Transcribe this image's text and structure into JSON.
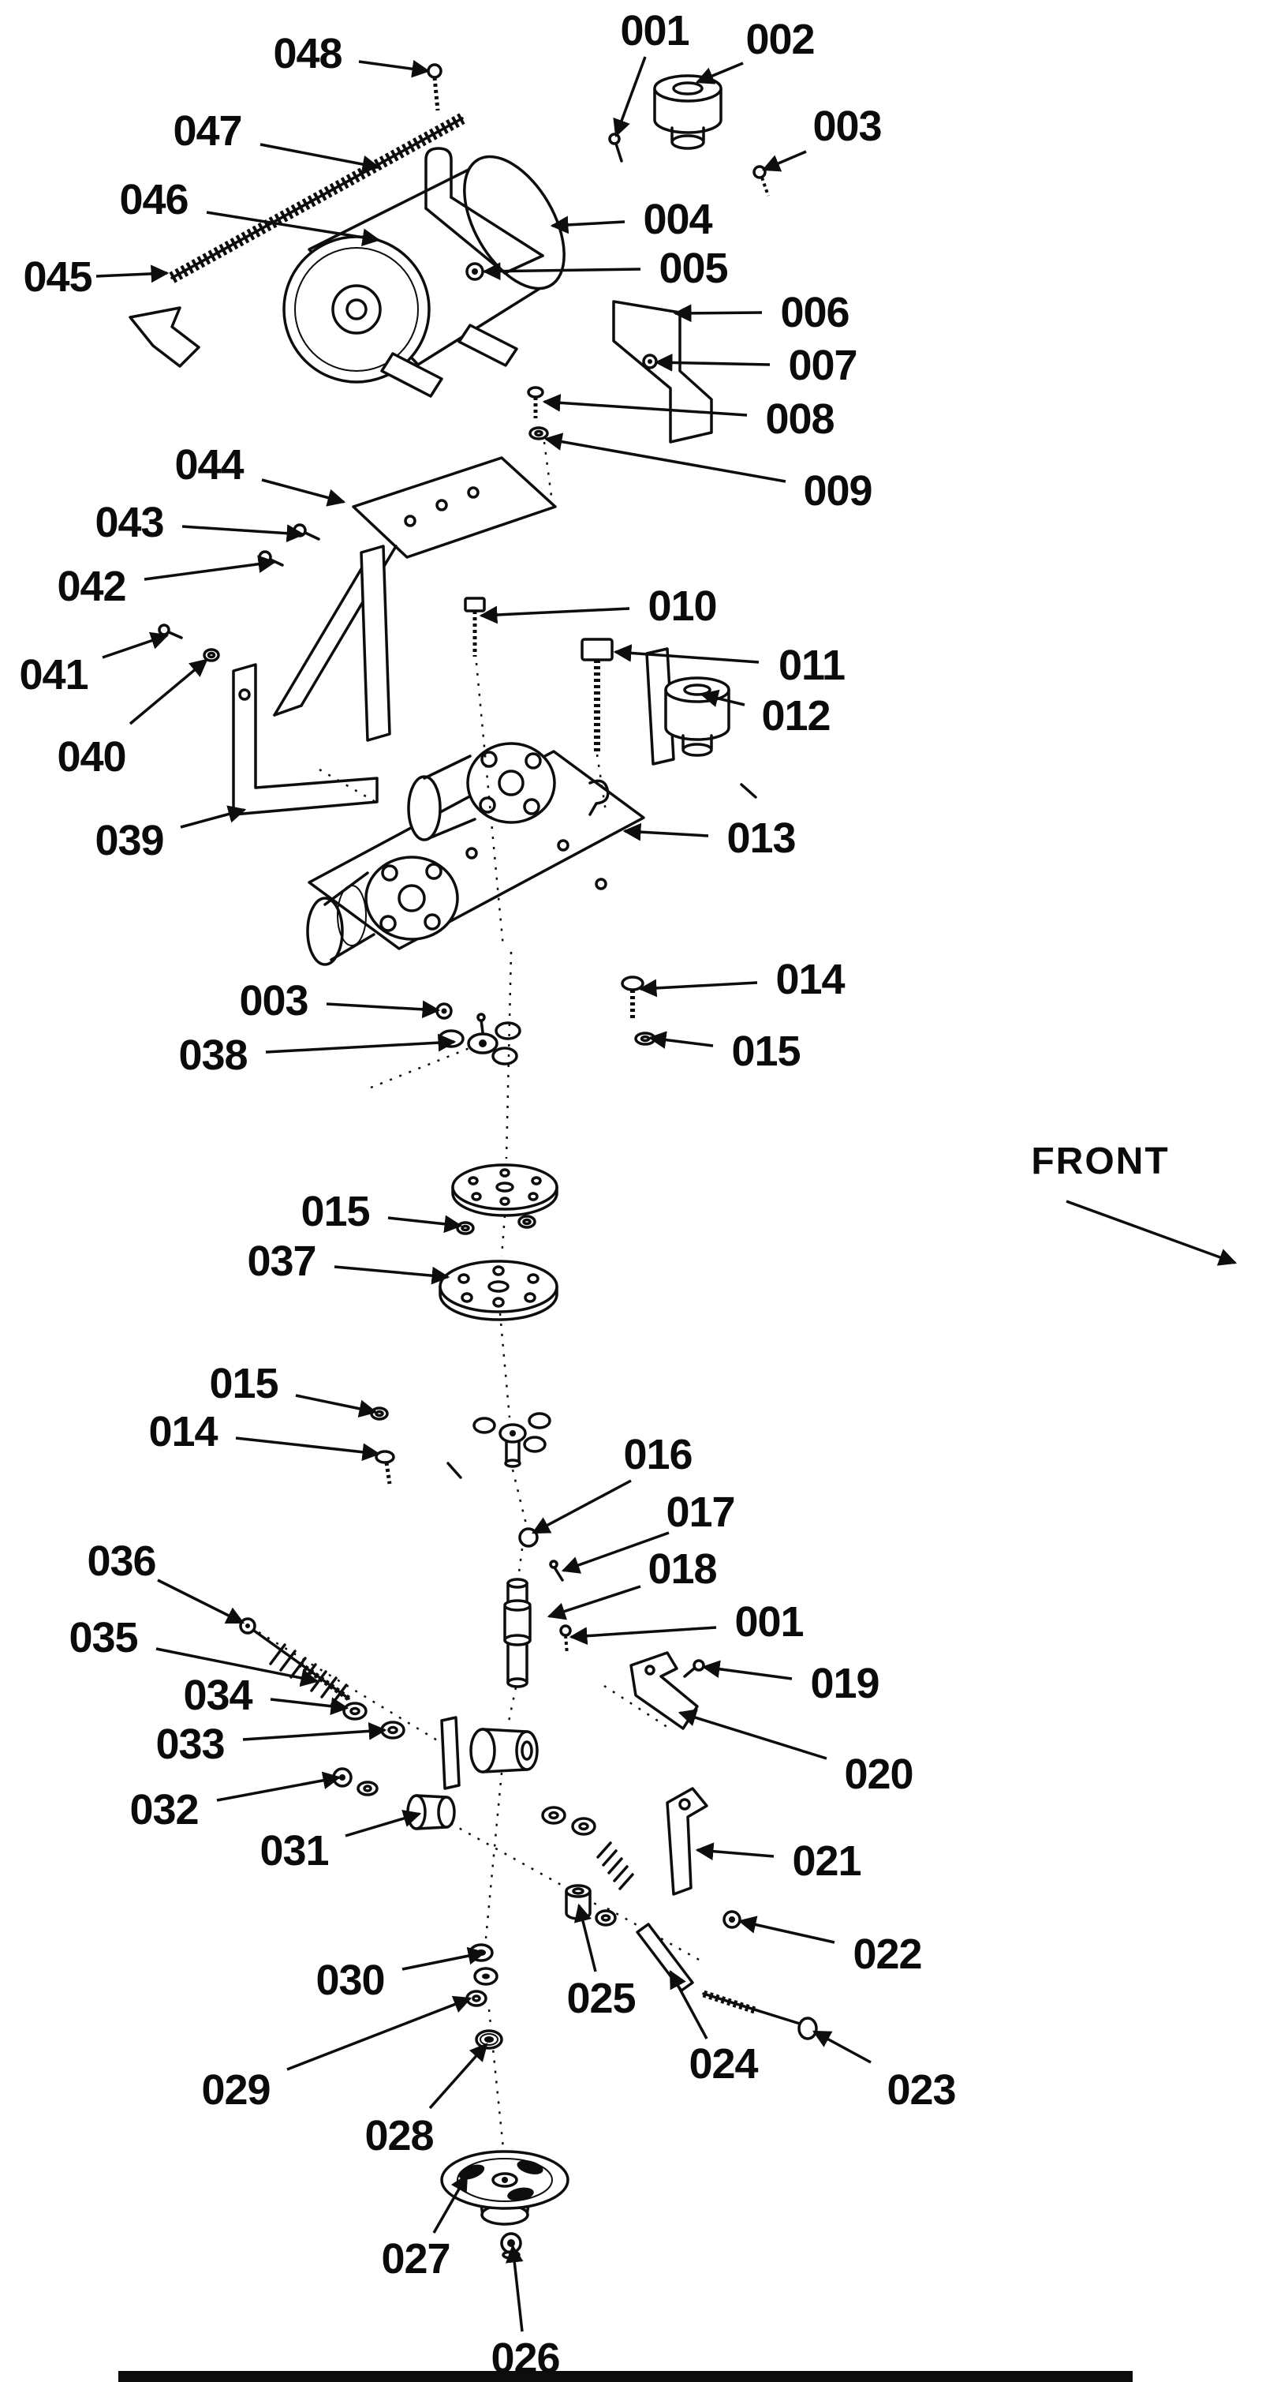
{
  "front_label": "FRONT",
  "callouts": [
    {
      "label": "048"
    },
    {
      "label": "001"
    },
    {
      "label": "002"
    },
    {
      "label": "003"
    },
    {
      "label": "047"
    },
    {
      "label": "046"
    },
    {
      "label": "004"
    },
    {
      "label": "005"
    },
    {
      "label": "045"
    },
    {
      "label": "006"
    },
    {
      "label": "007"
    },
    {
      "label": "008"
    },
    {
      "label": "009"
    },
    {
      "label": "044"
    },
    {
      "label": "043"
    },
    {
      "label": "042"
    },
    {
      "label": "010"
    },
    {
      "label": "011"
    },
    {
      "label": "012"
    },
    {
      "label": "041"
    },
    {
      "label": "040"
    },
    {
      "label": "039"
    },
    {
      "label": "013"
    },
    {
      "label": "014"
    },
    {
      "label": "003"
    },
    {
      "label": "015"
    },
    {
      "label": "038"
    },
    {
      "label": "015"
    },
    {
      "label": "037"
    },
    {
      "label": "015"
    },
    {
      "label": "014"
    },
    {
      "label": "016"
    },
    {
      "label": "017"
    },
    {
      "label": "018"
    },
    {
      "label": "001"
    },
    {
      "label": "036"
    },
    {
      "label": "035"
    },
    {
      "label": "034"
    },
    {
      "label": "033"
    },
    {
      "label": "019"
    },
    {
      "label": "020"
    },
    {
      "label": "032"
    },
    {
      "label": "031"
    },
    {
      "label": "021"
    },
    {
      "label": "022"
    },
    {
      "label": "030"
    },
    {
      "label": "025"
    },
    {
      "label": "029"
    },
    {
      "label": "024"
    },
    {
      "label": "023"
    },
    {
      "label": "028"
    },
    {
      "label": "027"
    },
    {
      "label": "026"
    }
  ]
}
